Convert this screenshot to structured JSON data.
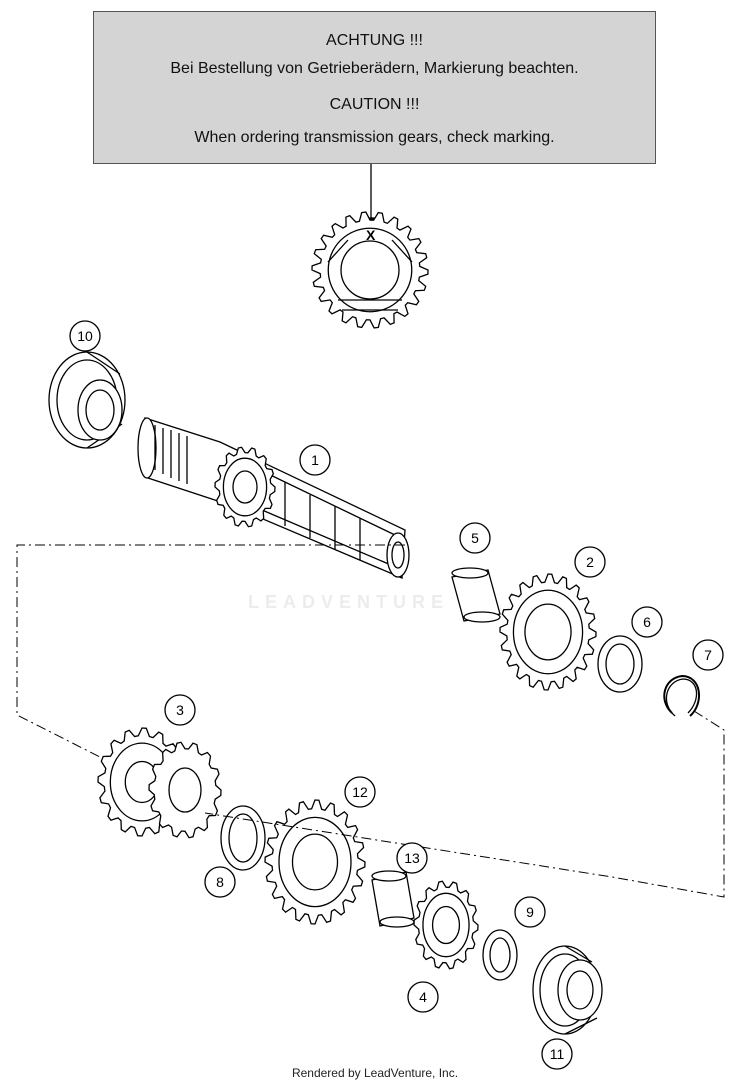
{
  "caution": {
    "de_title": "ACHTUNG !!!",
    "de_text": "Bei Bestellung von Getrieberädern, Markierung beachten.",
    "en_title": "CAUTION !!!",
    "en_text": "When ordering transmission gears, check marking."
  },
  "marking_symbol": "X",
  "watermark": "LEADVENTURE",
  "footer": "Rendered by LeadVenture, Inc.",
  "callouts": [
    {
      "id": "callout-1",
      "label": "1"
    },
    {
      "id": "callout-2",
      "label": "2"
    },
    {
      "id": "callout-3",
      "label": "3"
    },
    {
      "id": "callout-4",
      "label": "4"
    },
    {
      "id": "callout-5",
      "label": "5"
    },
    {
      "id": "callout-6",
      "label": "6"
    },
    {
      "id": "callout-7",
      "label": "7"
    },
    {
      "id": "callout-8",
      "label": "8"
    },
    {
      "id": "callout-9",
      "label": "9"
    },
    {
      "id": "callout-10",
      "label": "10"
    },
    {
      "id": "callout-11",
      "label": "11"
    },
    {
      "id": "callout-12",
      "label": "12"
    },
    {
      "id": "callout-13",
      "label": "13"
    }
  ]
}
